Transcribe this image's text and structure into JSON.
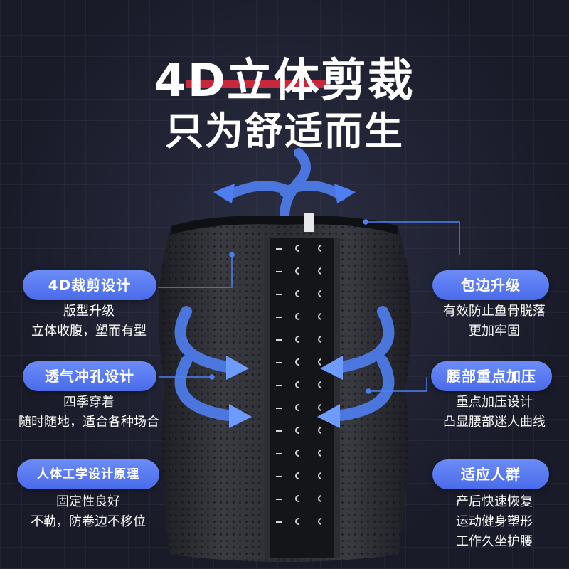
{
  "headline": {
    "line1": "4D立体剪裁",
    "line2": "只为舒适而生"
  },
  "features_left": [
    {
      "label": "4D裁剪设计",
      "lines": [
        "版型升级",
        "立体收腹，塑而有型"
      ]
    },
    {
      "label": "透气冲孔设计",
      "lines": [
        "四季穿着",
        "随时随地，适合各种场合"
      ]
    },
    {
      "label": "人体工学设计原理",
      "lines": [
        "固定性良好",
        "不勒，防卷边不移位"
      ]
    }
  ],
  "features_right": [
    {
      "label": "包边升级",
      "lines": [
        "有效防止鱼骨脱落",
        "更加牢固"
      ]
    },
    {
      "label": "腰部重点加压",
      "lines": [
        "重点加压设计",
        "凸显腰部迷人曲线"
      ]
    },
    {
      "label": "适应人群",
      "lines": [
        "产后快速恢复",
        "运动健身塑形",
        "工作久坐护腰"
      ]
    }
  ],
  "colors": {
    "accent_blue": "#4a6bea",
    "arrow_blue": "#4e7ff0",
    "headline_underline": "#c8283c",
    "background": "#191b29"
  }
}
